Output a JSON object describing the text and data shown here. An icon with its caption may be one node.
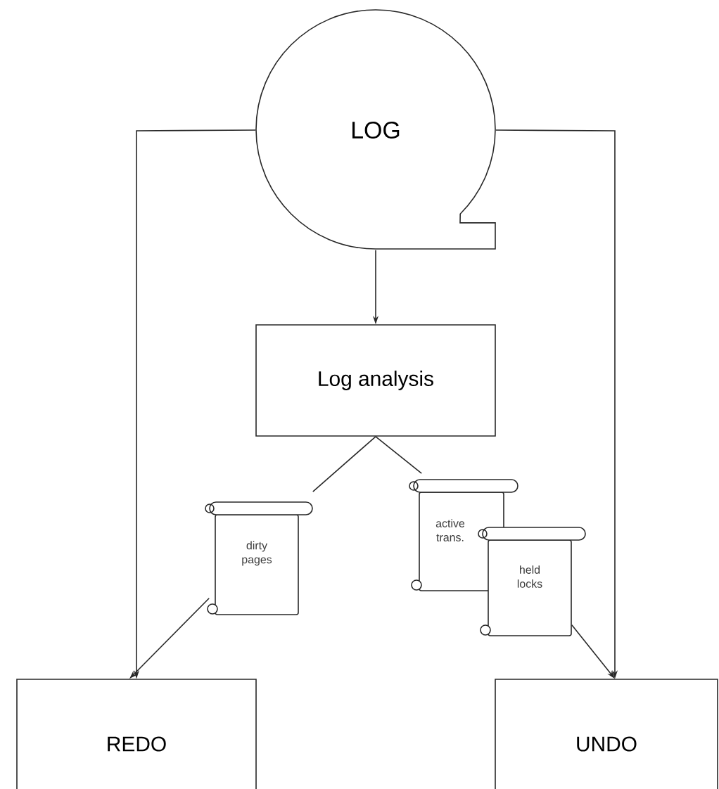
{
  "diagram": {
    "nodes": [
      {
        "text": [
          "LOG"
        ]
      },
      {
        "text": [
          "Log analysis"
        ]
      },
      {
        "text": [
          "dirty pages"
        ]
      },
      {
        "text": [
          "active trans."
        ]
      },
      {
        "text": [
          "held locks"
        ]
      },
      {
        "text": [
          "REDO"
        ]
      },
      {
        "text": [
          "UNDO"
        ]
      }
    ],
    "edges": [
      {
        "from": 0,
        "to": 1,
        "arrow": "to"
      },
      {
        "from": 0,
        "to": 5,
        "arrow": "to"
      },
      {
        "from": 0,
        "to": 6,
        "arrow": "to"
      },
      {
        "from": 1,
        "to": 2,
        "arrow": "none"
      },
      {
        "from": 1,
        "to": 3,
        "arrow": "none"
      },
      {
        "from": 2,
        "to": 5,
        "arrow": "to"
      },
      {
        "from": 4,
        "to": 6,
        "arrow": "to"
      }
    ]
  }
}
